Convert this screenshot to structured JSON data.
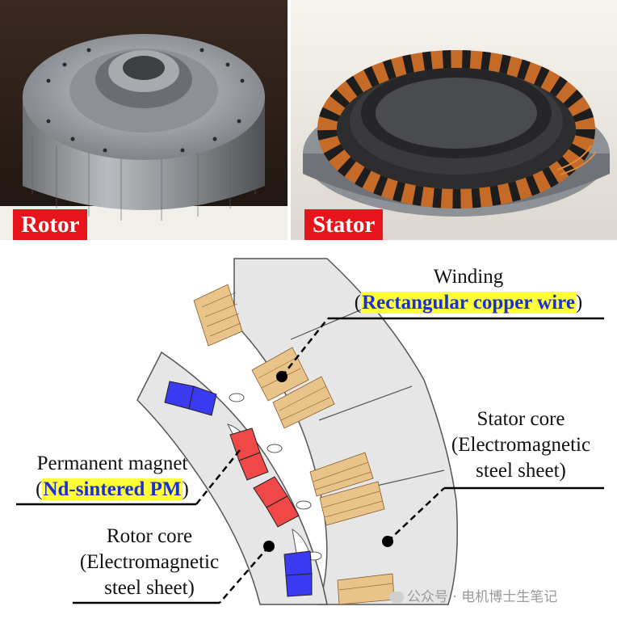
{
  "photos": {
    "rotor": {
      "tag": "Rotor"
    },
    "stator": {
      "tag": "Stator"
    }
  },
  "labels": {
    "winding": {
      "title": "Winding",
      "paren_open": "(",
      "highlight": "Rectangular copper wire",
      "paren_close": ")"
    },
    "stator_core": {
      "line1": "Stator core",
      "line2": "(Electromagnetic",
      "line3": "steel sheet)"
    },
    "permanent_magnet": {
      "title": "Permanent magnet",
      "paren_open": "(",
      "highlight": "Nd-sintered PM",
      "paren_close": ")"
    },
    "rotor_core": {
      "line1": "Rotor core",
      "line2": "(Electromagnetic",
      "line3": "steel sheet)"
    }
  },
  "watermark": {
    "text": "公众号 · 电机博士生笔记"
  },
  "colors": {
    "tag_red": "#e8141b",
    "highlight_yellow": "#ffff3a",
    "highlight_text": "#1b2fd6",
    "magnet_blue": "#3a3af0",
    "magnet_red": "#f04848",
    "copper": "#e8c48a",
    "core_gray": "#e6e6e6"
  }
}
